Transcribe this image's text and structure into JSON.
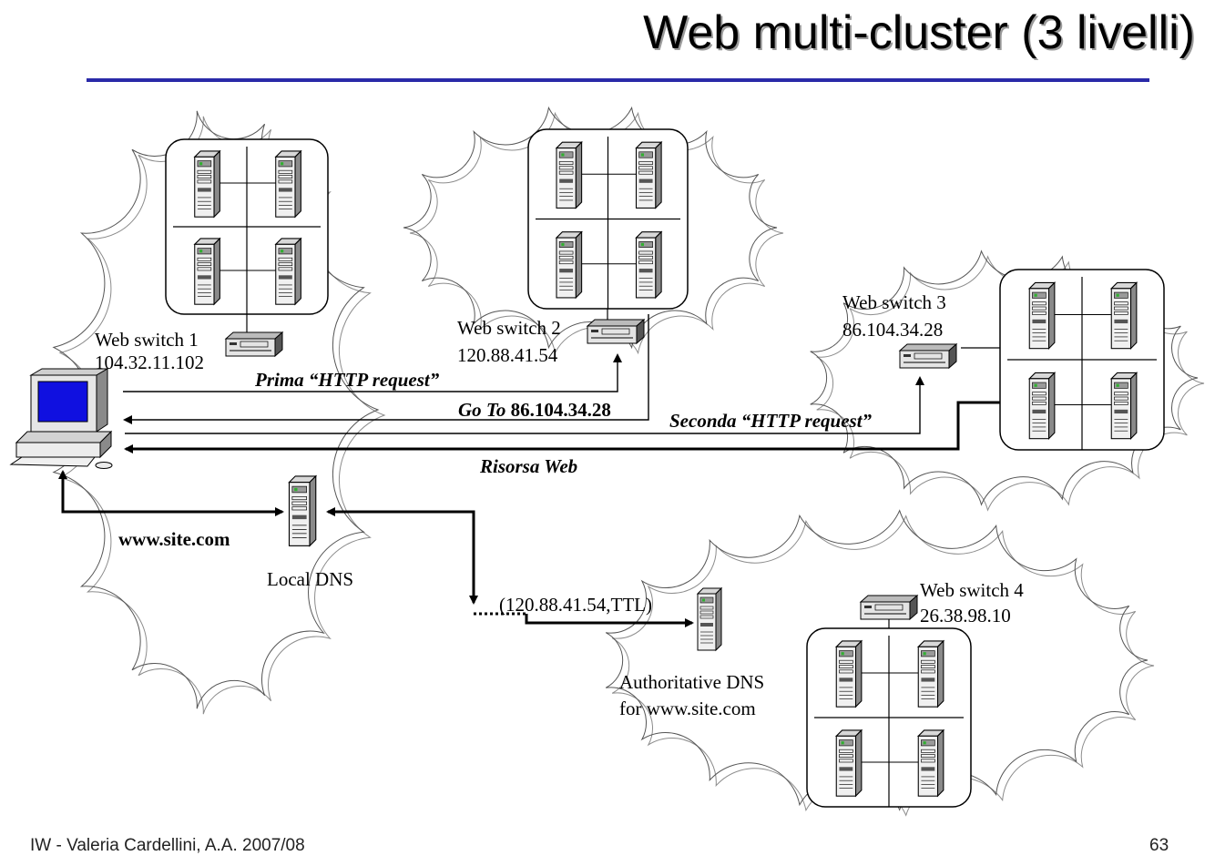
{
  "title": "Web multi-cluster (3 livelli)",
  "footer": {
    "left": "IW - Valeria Cardellini, A.A. 2007/08",
    "page_number": "63"
  },
  "switches": [
    {
      "name": "Web switch 1",
      "ip": "104.32.11.102"
    },
    {
      "name": "Web switch 2",
      "ip": "120.88.41.54"
    },
    {
      "name": "Web switch 3",
      "ip": "86.104.34.28"
    },
    {
      "name": "Web switch 4",
      "ip": "26.38.98.10"
    }
  ],
  "messages": {
    "first_request": "Prima “HTTP request”",
    "goto_prefix": "Go To",
    "goto_ip": "86.104.34.28",
    "second_request": "Seconda “HTTP request”",
    "resource": "Risorsa Web",
    "query": "www.site.com",
    "dns_answer": "(120.88.41.54,TTL)"
  },
  "dns": {
    "local": "Local DNS",
    "authoritative_line1": "Authoritative DNS",
    "authoritative_line2": "for www.site.com"
  },
  "colors": {
    "title_rule": "#2a2aa8",
    "monitor_screen": "#1010e0"
  }
}
